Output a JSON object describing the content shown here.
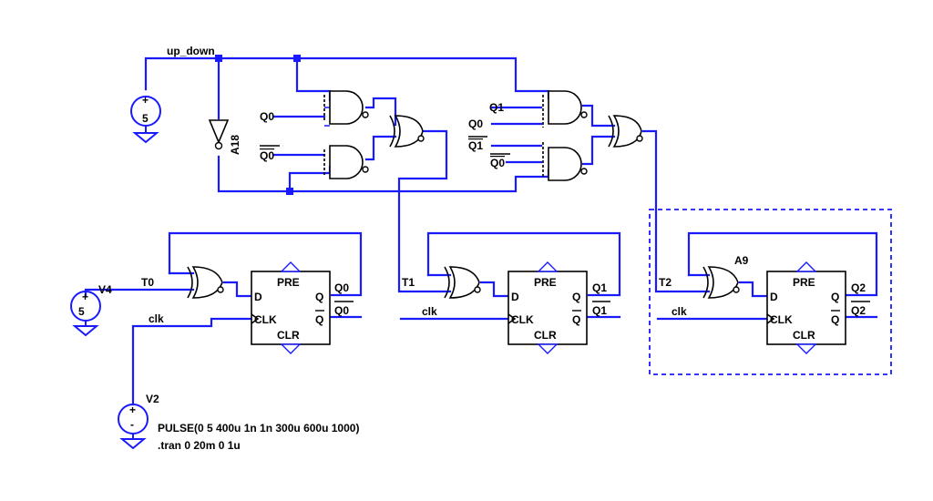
{
  "nets": {
    "up_down": "up_down",
    "t0": "T0",
    "t1": "T1",
    "t2": "T2",
    "clk": "clk"
  },
  "inputs": {
    "g1_a": "Q0",
    "g2_a": "Q0",
    "g4_a": "Q1",
    "g4_b": "Q0",
    "g5_a": "Q1",
    "g5_b": "Q0"
  },
  "components": {
    "inverter": "A18",
    "source_up_down": {
      "value": "5"
    },
    "source_v4": {
      "name": "V4",
      "value": "5"
    },
    "source_v2": {
      "name": "V2",
      "value": "PULSE(0 5 400u 1n 1n 300u 600u 1000)"
    },
    "xor_a9": "A9"
  },
  "flipflops": [
    {
      "d": "D",
      "clk": "CLK",
      "pre": "PRE",
      "clr": "CLR",
      "q": "Q",
      "qb": "Q",
      "out_q": "Q0",
      "out_qb": "Q0"
    },
    {
      "d": "D",
      "clk": "CLK",
      "pre": "PRE",
      "clr": "CLR",
      "q": "Q",
      "qb": "Q",
      "out_q": "Q1",
      "out_qb": "Q1"
    },
    {
      "d": "D",
      "clk": "CLK",
      "pre": "PRE",
      "clr": "CLR",
      "q": "Q",
      "qb": "Q",
      "out_q": "Q2",
      "out_qb": "Q2"
    }
  ],
  "directive": ".tran 0 20m 0 1u",
  "colors": {
    "wire": "#1a1aff",
    "component": "#000000",
    "background": "#ffffff"
  }
}
